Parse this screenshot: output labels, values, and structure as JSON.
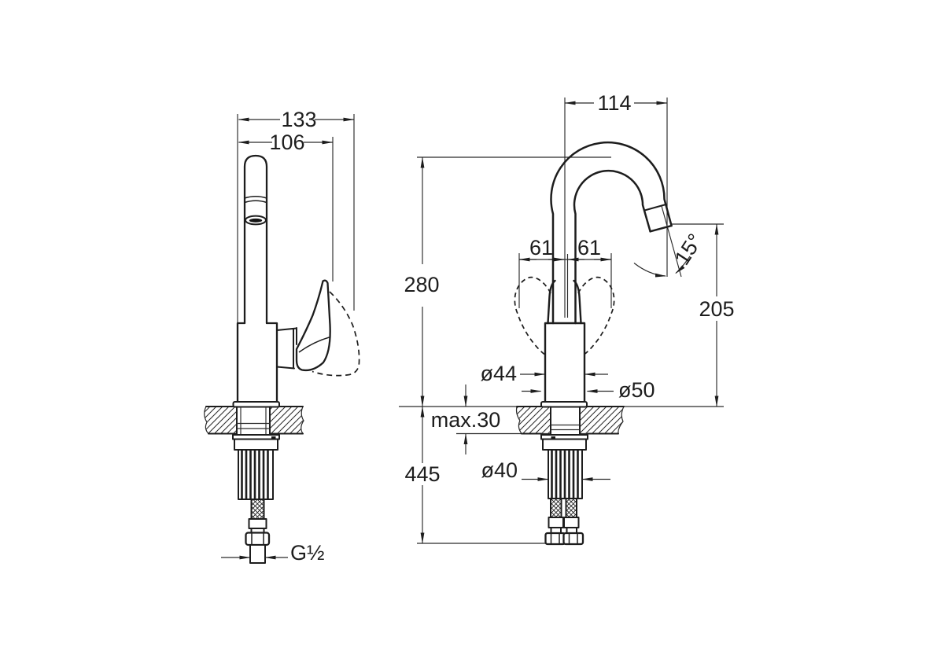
{
  "dimensions": {
    "overall_width": "133",
    "handle_reach": "106",
    "spout_reach": "114",
    "spout_height": "280",
    "swing_left": "61",
    "swing_right": "61",
    "outlet_angle": "15°",
    "outlet_height": "205",
    "body_diameter": "ø44",
    "base_diameter": "ø50",
    "max_deck_thickness": "max.30",
    "hose_drop": "445",
    "hole_diameter": "ø40",
    "thread_size": "G½"
  },
  "colors": {
    "line": "#1d1d1d",
    "background": "#ffffff"
  }
}
